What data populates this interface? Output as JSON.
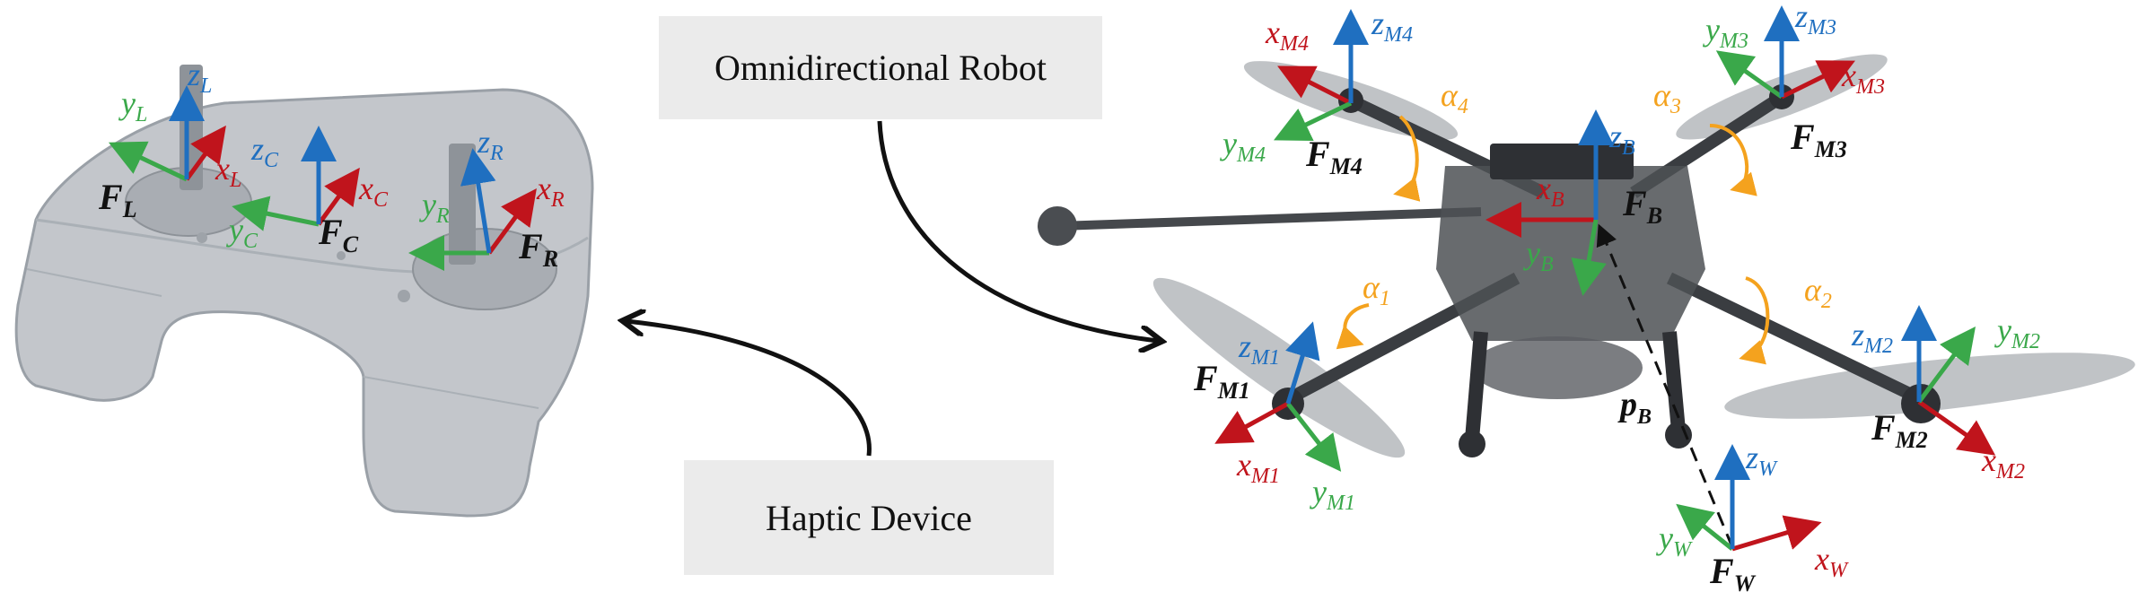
{
  "labels": {
    "robot": "Omnidirectional Robot",
    "haptic": "Haptic Device"
  },
  "colors": {
    "x_axis": "#c0141c",
    "y_axis": "#3aa84a",
    "z_axis": "#1f6fc0",
    "rotation": "#f4a21e",
    "frame_text": "#111111",
    "label_box": "#ebebeb"
  },
  "haptic_frames": {
    "left": {
      "frame": "F",
      "frame_sub": "L",
      "x": "x",
      "x_sub": "L",
      "y": "y",
      "y_sub": "L",
      "z": "z",
      "z_sub": "L"
    },
    "center": {
      "frame": "F",
      "frame_sub": "C",
      "x": "x",
      "x_sub": "C",
      "y": "y",
      "y_sub": "C",
      "z": "z",
      "z_sub": "C"
    },
    "right": {
      "frame": "F",
      "frame_sub": "R",
      "x": "x",
      "x_sub": "R",
      "y": "y",
      "y_sub": "R",
      "z": "z",
      "z_sub": "R"
    }
  },
  "robot_frames": {
    "body": {
      "frame": "F",
      "frame_sub": "B",
      "x": "x",
      "x_sub": "B",
      "y": "y",
      "y_sub": "B",
      "z": "z",
      "z_sub": "B"
    },
    "world": {
      "frame": "F",
      "frame_sub": "W",
      "x": "x",
      "x_sub": "W",
      "y": "y",
      "y_sub": "W",
      "z": "z",
      "z_sub": "W"
    },
    "m1": {
      "frame": "F",
      "frame_sub": "M1",
      "x": "x",
      "x_sub": "M1",
      "y": "y",
      "y_sub": "M1",
      "z": "z",
      "z_sub": "M1"
    },
    "m2": {
      "frame": "F",
      "frame_sub": "M2",
      "x": "x",
      "x_sub": "M2",
      "y": "y",
      "y_sub": "M2",
      "z": "z",
      "z_sub": "M2"
    },
    "m3": {
      "frame": "F",
      "frame_sub": "M3",
      "x": "x",
      "x_sub": "M3",
      "y": "y",
      "y_sub": "M3",
      "z": "z",
      "z_sub": "M3"
    },
    "m4": {
      "frame": "F",
      "frame_sub": "M4",
      "x": "x",
      "x_sub": "M4",
      "y": "y",
      "y_sub": "M4",
      "z": "z",
      "z_sub": "M4"
    }
  },
  "position_vector": {
    "symbol": "p",
    "sub": "B"
  },
  "rotations": [
    {
      "symbol": "α",
      "sub": "1"
    },
    {
      "symbol": "α",
      "sub": "2"
    },
    {
      "symbol": "α",
      "sub": "3"
    },
    {
      "symbol": "α",
      "sub": "4"
    }
  ]
}
